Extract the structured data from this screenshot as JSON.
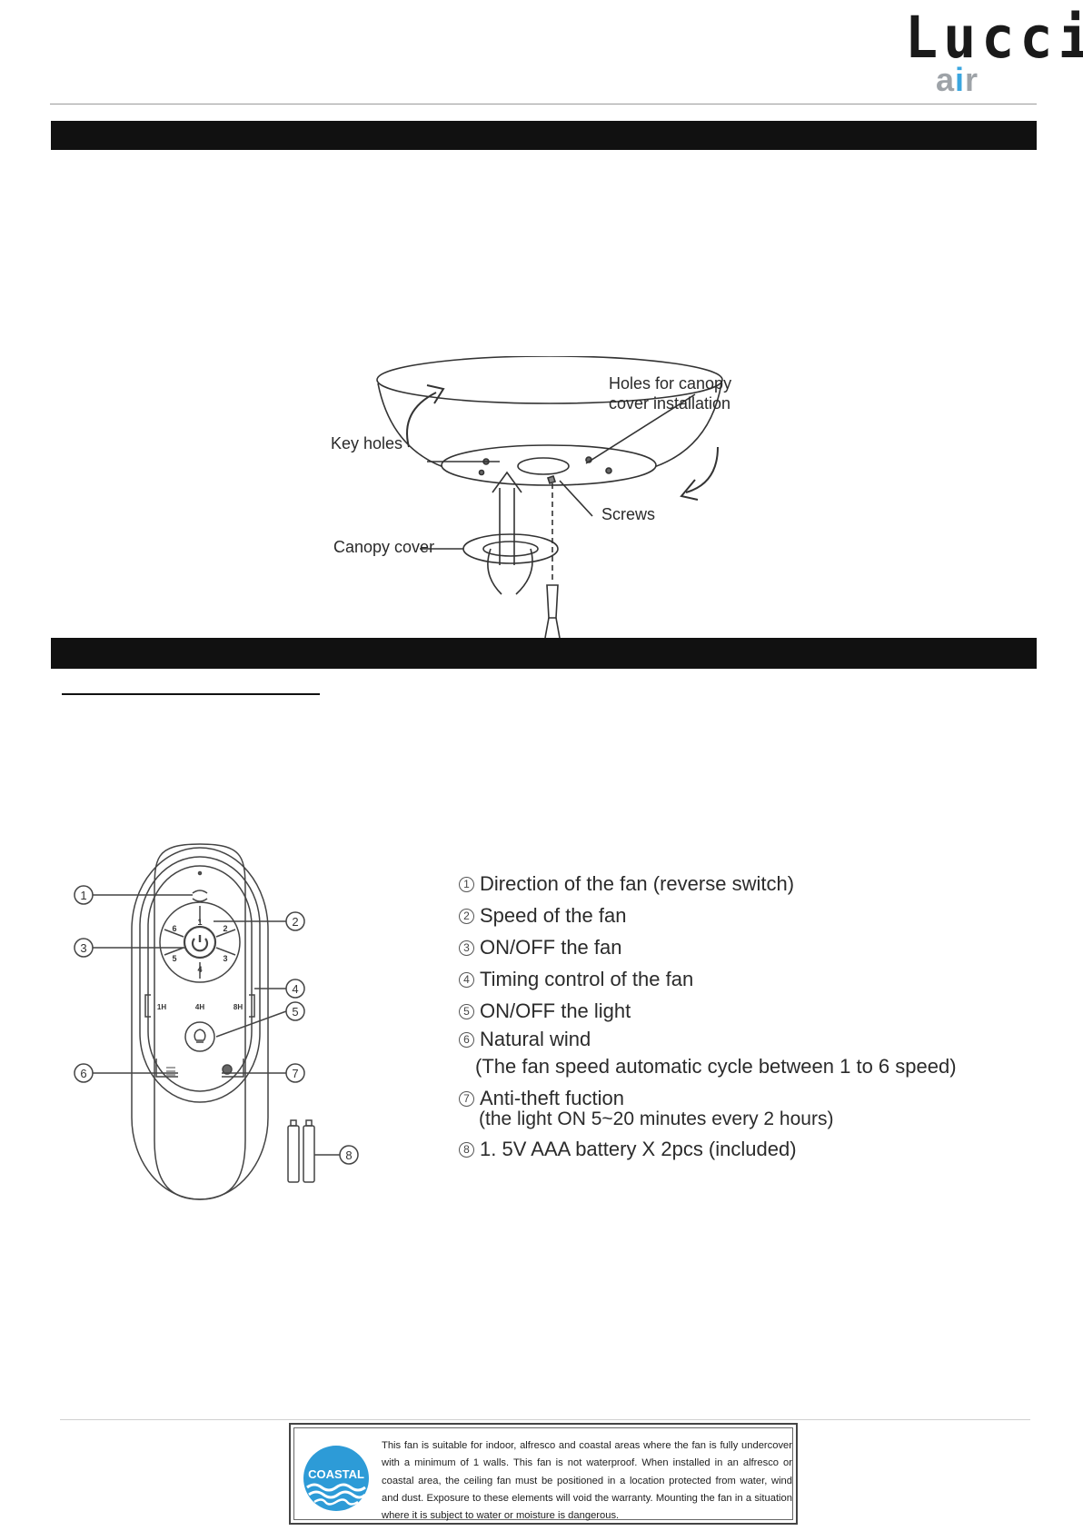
{
  "brand": {
    "name_main": "Lucci",
    "name_sub_a": "a",
    "name_sub_i": "i",
    "name_sub_r": "r"
  },
  "canopy_diagram": {
    "labels": {
      "holes": "Holes for canopy",
      "holes_line2": "cover installation",
      "key_holes": "Key holes",
      "screws": "Screws",
      "canopy_cover": "Canopy cover"
    }
  },
  "remote": {
    "buttons": {
      "speeds": [
        "1",
        "2",
        "3",
        "4",
        "5",
        "6"
      ],
      "timers": [
        "1H",
        "4H",
        "8H"
      ]
    },
    "callouts": [
      "1",
      "2",
      "3",
      "4",
      "5",
      "6",
      "7",
      "8"
    ],
    "functions": [
      {
        "num": "1",
        "text": "Direction of the fan (reverse switch)"
      },
      {
        "num": "2",
        "text": "Speed of the fan"
      },
      {
        "num": "3",
        "text": "ON/OFF  the  fan"
      },
      {
        "num": "4",
        "text": "Timing control of the fan"
      },
      {
        "num": "5",
        "text": "ON/OFF  the  light"
      },
      {
        "num": "6",
        "text": "Natural wind"
      },
      {
        "num": "7",
        "text": "Anti-theft fuction"
      },
      {
        "num": "8",
        "text": "1. 5V  AAA battery X  2pcs  (included)"
      }
    ],
    "function_notes": {
      "natural_wind": "(The fan  speed automatic  cycle  between  1  to  6  speed)",
      "anti_theft": "(the light ON 5~20  minutes every 2 hours)"
    }
  },
  "coastal_notice": {
    "badge": "COASTAL",
    "text": "This fan is suitable for indoor, alfresco and coastal areas where the fan is fully undercover with a minimum of 1 walls. This fan is not waterproof. When installed in an alfresco or coastal area, the ceiling fan must be positioned in a location protected from water, wind and dust. Exposure to these elements will void the warranty. Mounting the fan in a situation where it is subject to water or moisture is dangerous."
  }
}
